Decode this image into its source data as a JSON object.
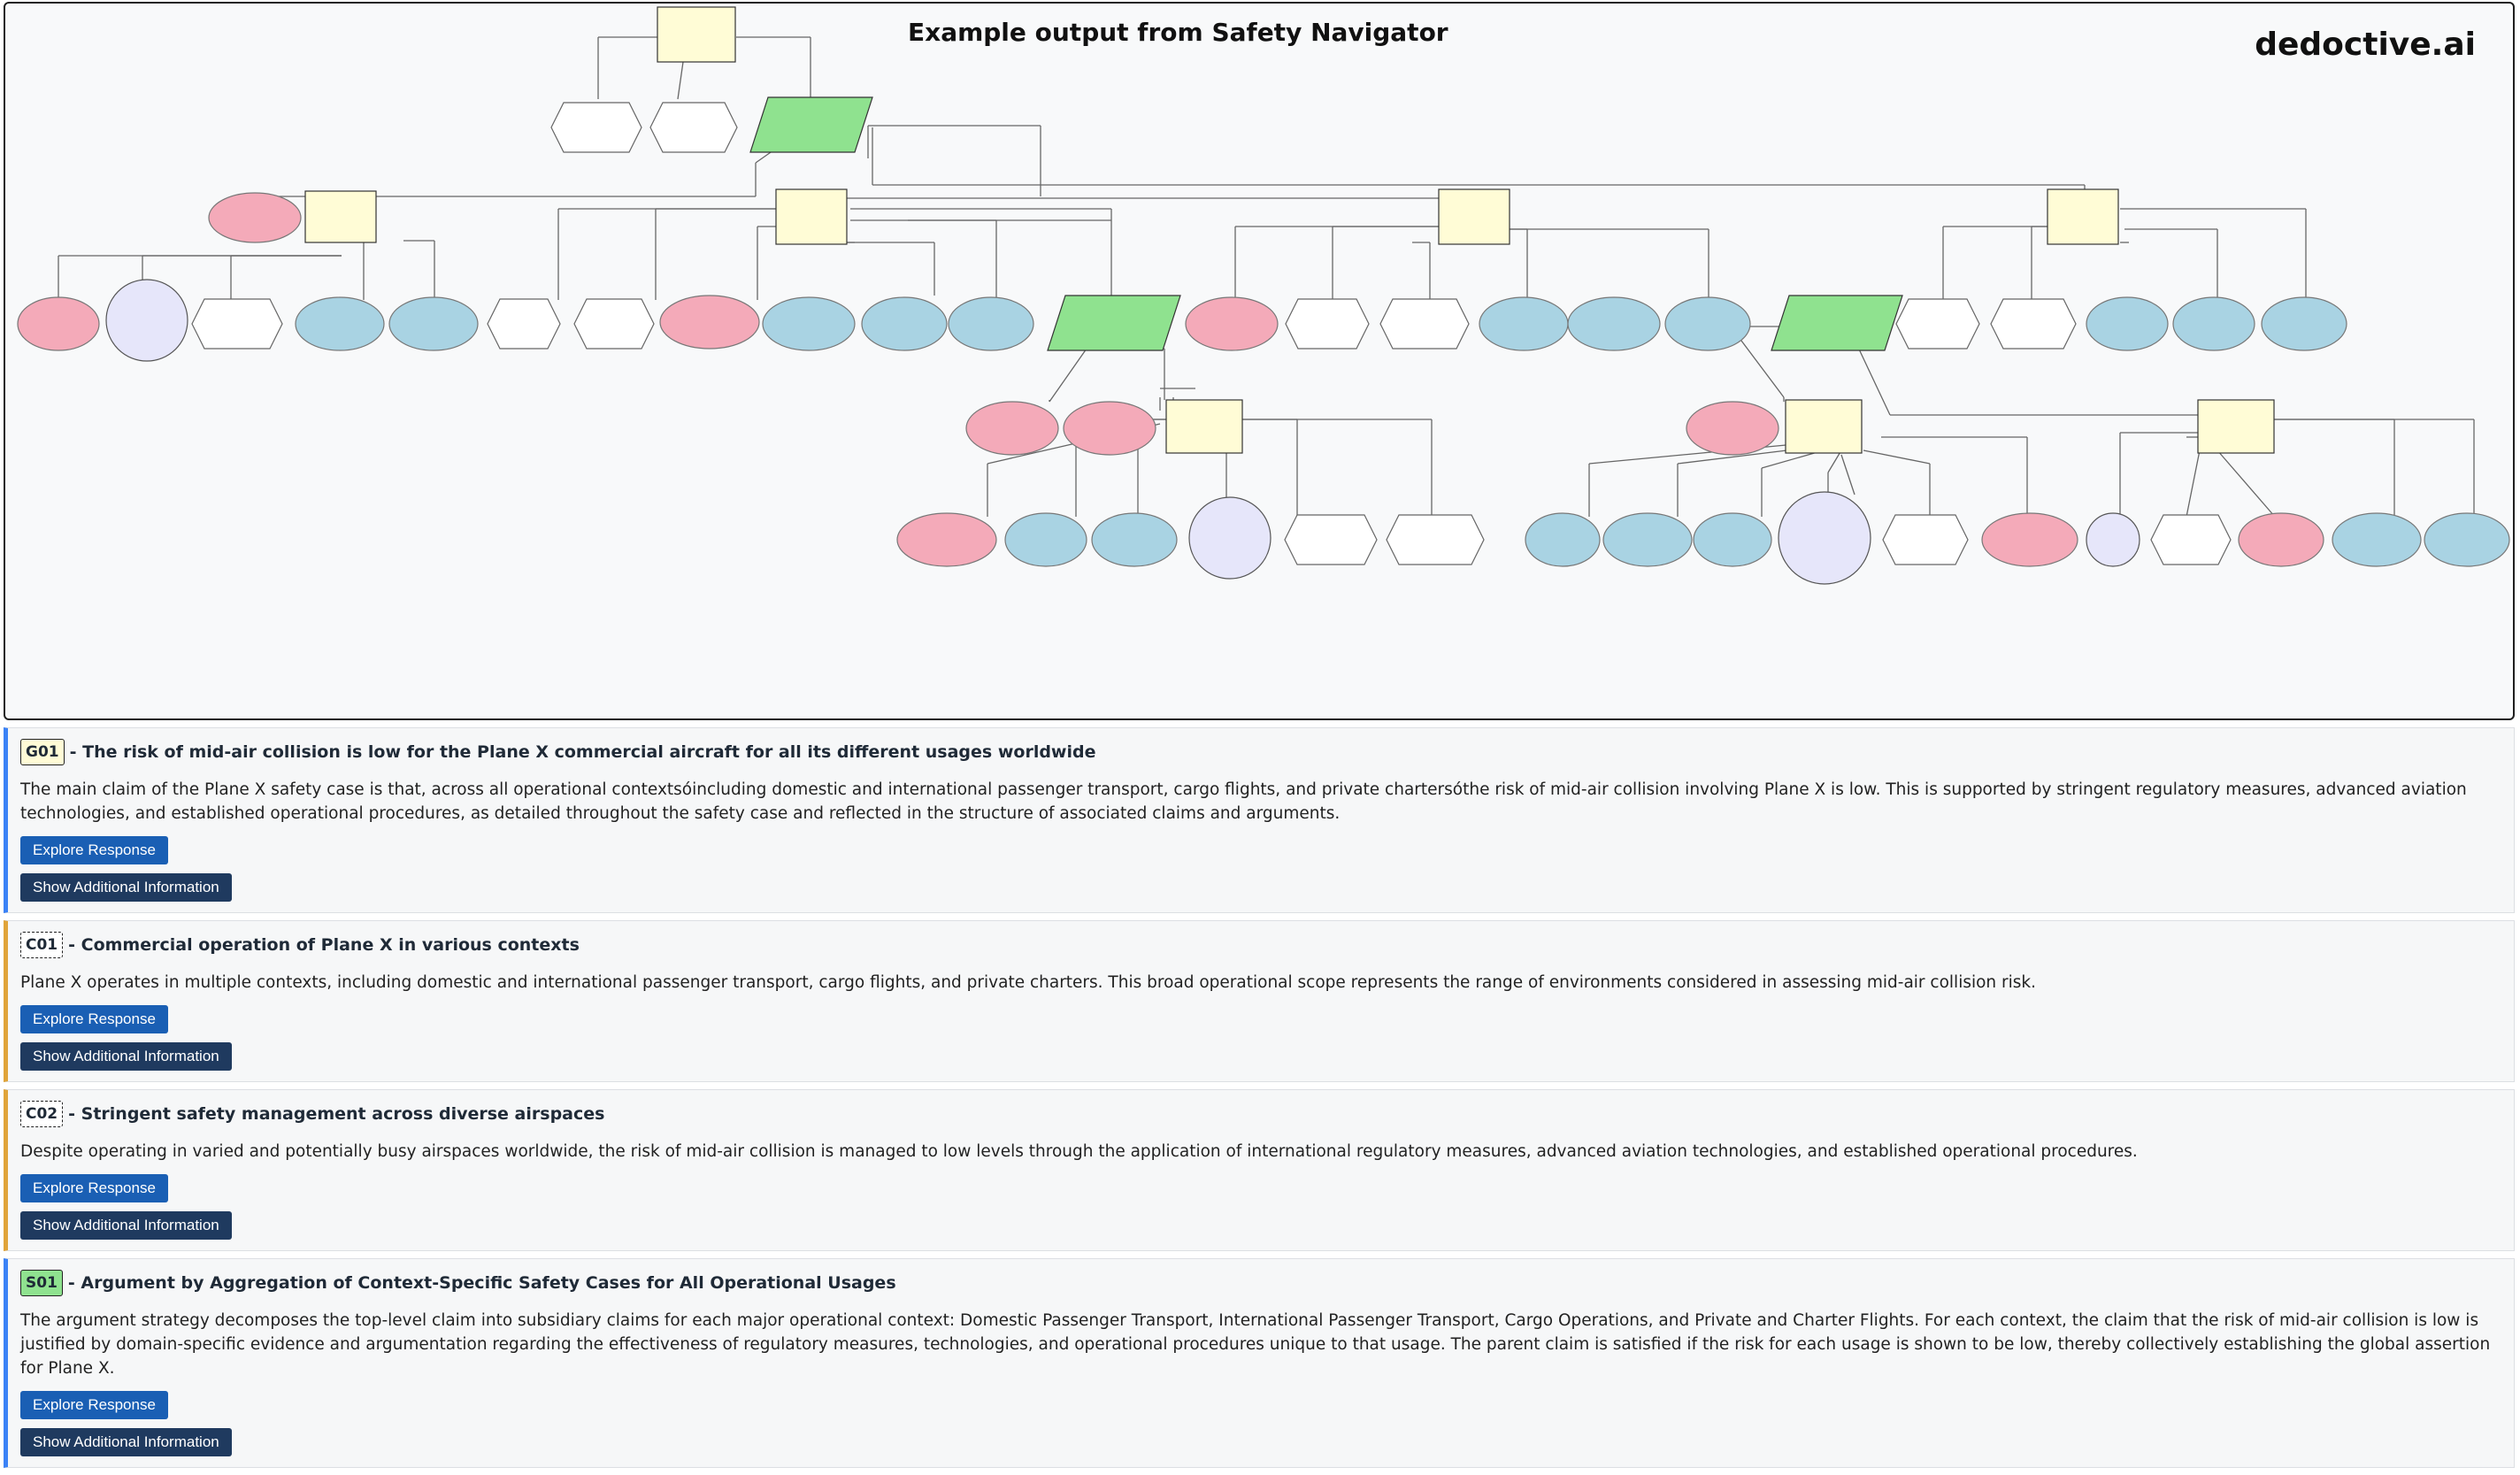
{
  "diagram": {
    "title": "Example output from Safety Navigator",
    "brand": "dedoctive.ai",
    "colors": {
      "goal": "#fffcd6",
      "strategy": "#8fe28f",
      "context": "#ffffff",
      "assumption": "#a9d3e3",
      "risk": "#f4aab9",
      "solution": "#e6e6fa"
    }
  },
  "cards": [
    {
      "tag": "G01",
      "kind": "goal",
      "title": " - The risk of mid-air collision is low for the Plane X commercial aircraft for all its different usages worldwide",
      "body": "The main claim of the Plane X safety case is that, across all operational contextsóincluding domestic and international passenger transport, cargo flights, and private chartersóthe risk of mid-air collision involving Plane X is low. This is supported by stringent regulatory measures, advanced aviation technologies, and established operational procedures, as detailed throughout the safety case and reflected in the structure of associated claims and arguments.",
      "explore": "Explore Response",
      "info": "Show Additional Information"
    },
    {
      "tag": "C01",
      "kind": "context",
      "title": " - Commercial operation of Plane X in various contexts",
      "body": "Plane X operates in multiple contexts, including domestic and international passenger transport, cargo flights, and private charters. This broad operational scope represents the range of environments considered in assessing mid-air collision risk.",
      "explore": "Explore Response",
      "info": "Show Additional Information"
    },
    {
      "tag": "C02",
      "kind": "context",
      "title": " - Stringent safety management across diverse airspaces",
      "body": "Despite operating in varied and potentially busy airspaces worldwide, the risk of mid-air collision is managed to low levels through the application of international regulatory measures, advanced aviation technologies, and established operational procedures.",
      "explore": "Explore Response",
      "info": "Show Additional Information"
    },
    {
      "tag": "S01",
      "kind": "strategy",
      "title": " - Argument by Aggregation of Context-Specific Safety Cases for All Operational Usages",
      "body": "The argument strategy decomposes the top-level claim into subsidiary claims for each major operational context: Domestic Passenger Transport, International Passenger Transport, Cargo Operations, and Private and Charter Flights. For each context, the claim that the risk of mid-air collision is low is justified by domain-specific evidence and argumentation regarding the effectiveness of regulatory measures, technologies, and operational procedures unique to that usage. The parent claim is satisfied if the risk for each usage is shown to be low, thereby collectively establishing the global assertion for Plane X.",
      "explore": "Explore Response",
      "info": "Show Additional Information"
    }
  ]
}
